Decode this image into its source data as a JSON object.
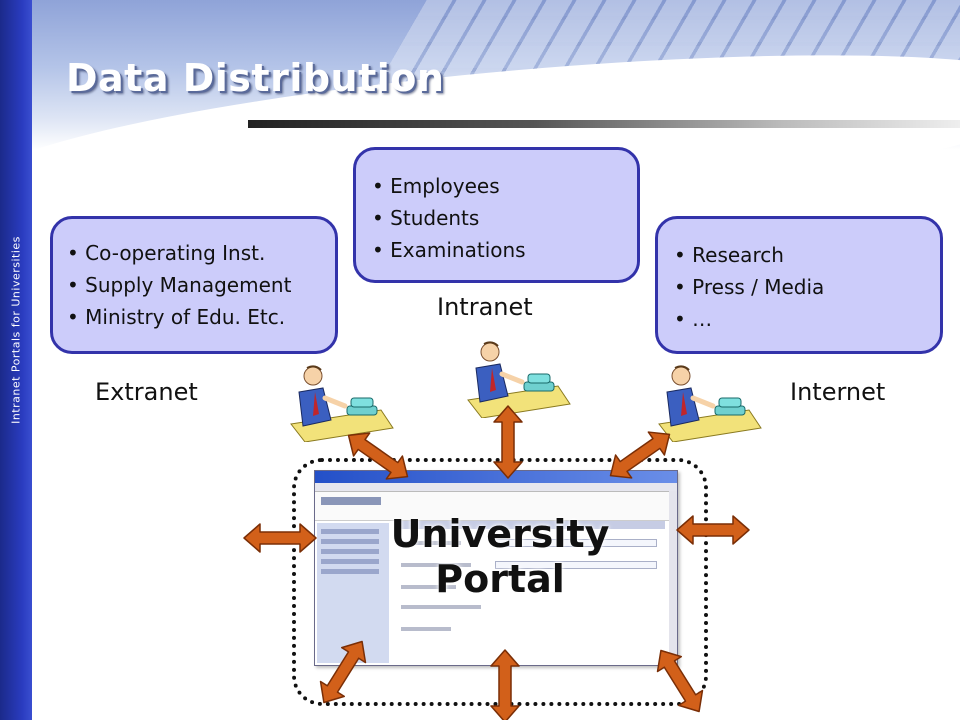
{
  "slide": {
    "title": "Data Distribution",
    "sidebar_text": "Intranet Portals for Universities"
  },
  "groups": {
    "extranet": {
      "label": "Extranet",
      "items": [
        "Co-operating Inst.",
        "Supply Management",
        "Ministry of Edu. Etc."
      ]
    },
    "intranet": {
      "label": "Intranet",
      "items": [
        "Employees",
        "Students",
        "Examinations"
      ]
    },
    "internet": {
      "label": "Internet",
      "items": [
        "Research",
        "Press / Media",
        "…"
      ]
    }
  },
  "portal": {
    "line1": "University",
    "line2": "Portal"
  },
  "colors": {
    "bubble_fill": "#ccccfa",
    "bubble_border": "#3333aa",
    "arrow_fill": "#d2601a",
    "sidebar": "#2a3cc0"
  },
  "icons": [
    "person-at-desk-icon",
    "double-arrow-icon"
  ]
}
